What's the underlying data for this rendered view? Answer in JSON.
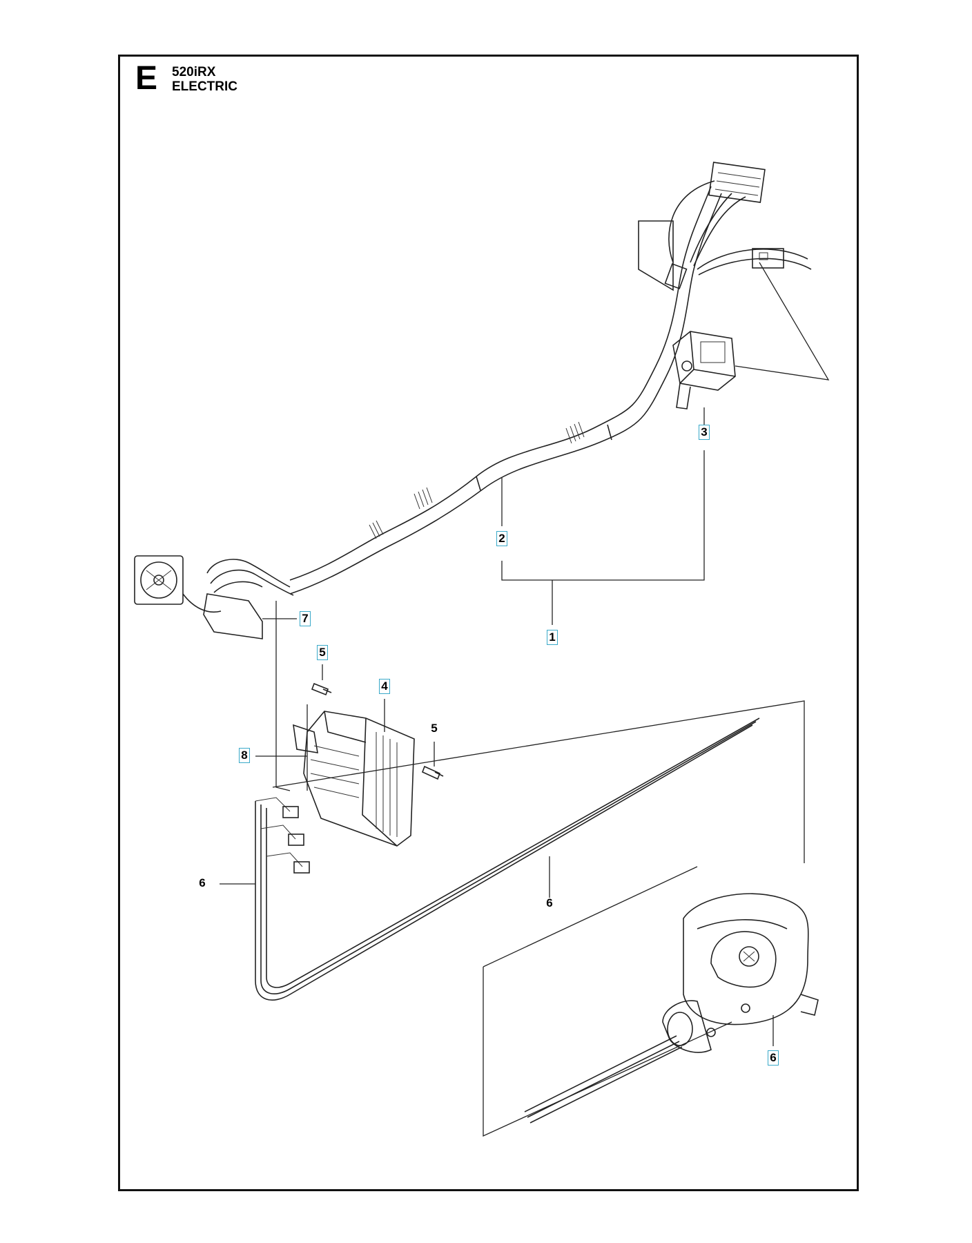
{
  "header": {
    "section_letter": "E",
    "model": "520iRX",
    "section": "ELECTRIC"
  },
  "callouts": [
    {
      "id": "c1",
      "label": "1",
      "linked": true
    },
    {
      "id": "c2",
      "label": "2",
      "linked": true
    },
    {
      "id": "c3",
      "label": "3",
      "linked": true
    },
    {
      "id": "c4",
      "label": "4",
      "linked": true
    },
    {
      "id": "c5a",
      "label": "5",
      "linked": true
    },
    {
      "id": "c5b",
      "label": "5",
      "linked": false
    },
    {
      "id": "c6a",
      "label": "6",
      "linked": false
    },
    {
      "id": "c6b",
      "label": "6",
      "linked": false
    },
    {
      "id": "c6c",
      "label": "6",
      "linked": true
    },
    {
      "id": "c7",
      "label": "7",
      "linked": true
    },
    {
      "id": "c8",
      "label": "8",
      "linked": true
    }
  ],
  "colors": {
    "frame": "#111111",
    "link_border": "#39a9c9",
    "line": "#222222"
  },
  "icons": [
    "fan-icon",
    "connector-icon",
    "switch-icon",
    "control-module-icon",
    "screw-icon",
    "motor-housing-icon",
    "husqvarna-logo-icon"
  ]
}
